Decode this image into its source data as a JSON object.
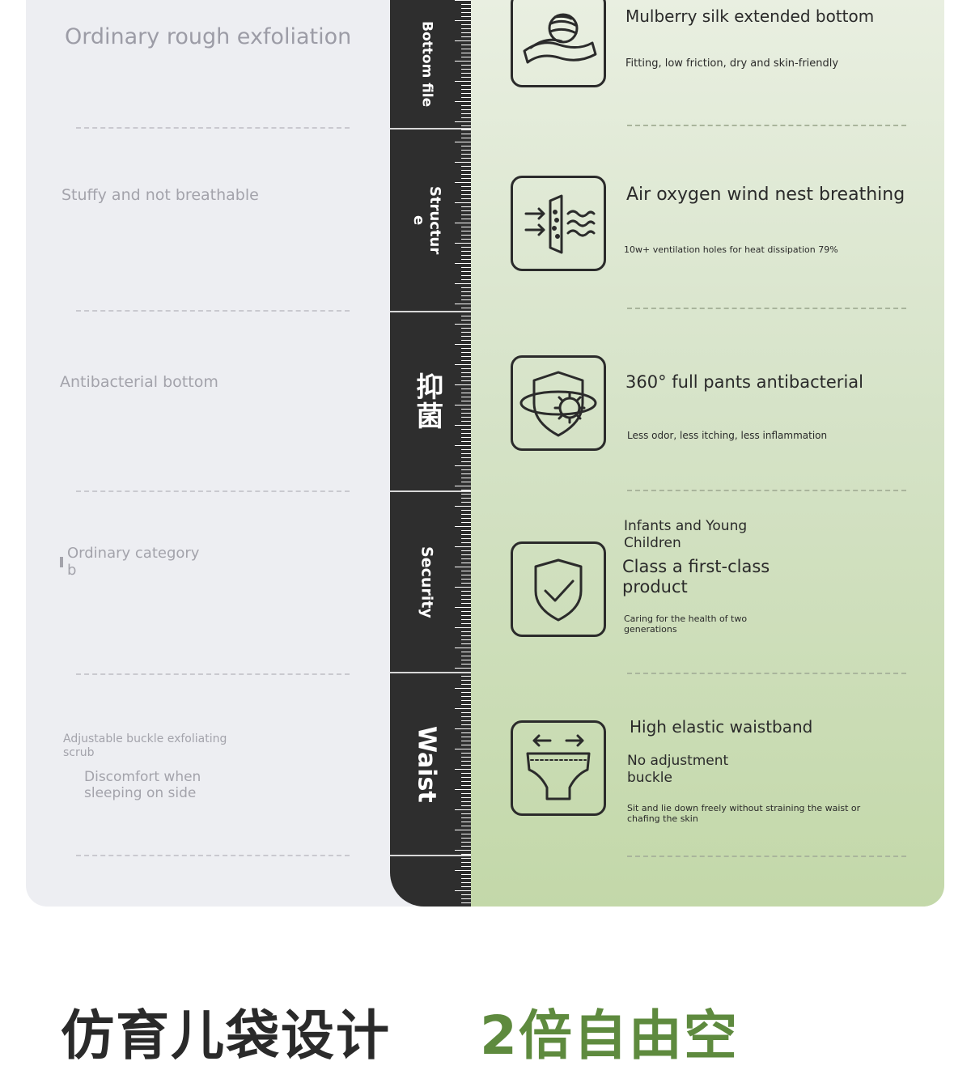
{
  "left_column": {
    "items": [
      "Ordinary rough exfoliation",
      "Stuffy and not breathable",
      "Antibacterial bottom",
      "Ordinary category b",
      "Adjustable buckle exfoliating scrub",
      "Discomfort when sleeping on side"
    ]
  },
  "spine": {
    "labels": [
      "Bottom file",
      "Structure",
      "抑菌",
      "Security",
      "Waist"
    ]
  },
  "right_column": {
    "rows": [
      {
        "icon": "silk-cocoon-icon",
        "title": "Mulberry silk extended bottom",
        "desc": "Fitting, low friction, dry and skin-friendly"
      },
      {
        "icon": "airflow-icon",
        "title": "Air oxygen wind nest breathing",
        "desc": "10w+ ventilation holes for heat dissipation 79%"
      },
      {
        "icon": "antibacterial-shield-icon",
        "title": "360° full pants antibacterial",
        "desc": "Less odor, less itching, less inflammation"
      },
      {
        "icon": "check-shield-icon",
        "title_small": "Infants and Young Children",
        "title": "Class a first-class product",
        "desc": "Caring for the health of two generations"
      },
      {
        "icon": "underwear-icon",
        "title": "High elastic waistband",
        "subtitle": "No adjustment buckle",
        "desc": "Sit and lie down freely without straining the waist or chafing the skin"
      }
    ]
  },
  "bottom_heading": {
    "part1": "仿育儿袋设计",
    "part2": "2倍自由空"
  },
  "colors": {
    "dark": "#2e2e2e",
    "green_accent": "#5e8a3e",
    "left_bg": "#edeef2"
  }
}
